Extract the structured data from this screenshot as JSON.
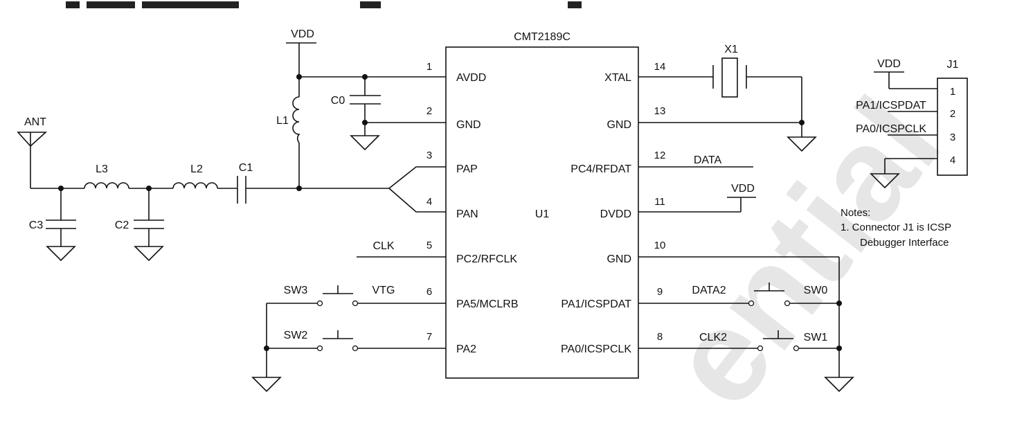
{
  "heading_fragment": "...pplica... ...gram",
  "watermark": "ential",
  "chip": {
    "name": "CMT2189C",
    "ref": "U1",
    "left_pins": [
      {
        "num": "1",
        "name": "AVDD"
      },
      {
        "num": "2",
        "name": "GND"
      },
      {
        "num": "3",
        "name": "PAP"
      },
      {
        "num": "4",
        "name": "PAN"
      },
      {
        "num": "5",
        "name": "PC2/RFCLK"
      },
      {
        "num": "6",
        "name": "PA5/MCLRB"
      },
      {
        "num": "7",
        "name": "PA2"
      }
    ],
    "right_pins": [
      {
        "num": "14",
        "name": "XTAL"
      },
      {
        "num": "13",
        "name": "GND"
      },
      {
        "num": "12",
        "name": "PC4/RFDAT"
      },
      {
        "num": "11",
        "name": "DVDD"
      },
      {
        "num": "10",
        "name": "GND"
      },
      {
        "num": "9",
        "name": "PA1/ICSPDAT"
      },
      {
        "num": "8",
        "name": "PA0/ICSPCLK"
      }
    ]
  },
  "labels": {
    "vdd_top": "VDD",
    "vdd_dvdd": "VDD",
    "vdd_j1": "VDD",
    "ant": "ANT",
    "l1": "L1",
    "l2": "L2",
    "l3": "L3",
    "c0": "C0",
    "c1": "C1",
    "c2": "C2",
    "c3": "C3",
    "x1": "X1",
    "data": "DATA",
    "clk": "CLK",
    "vtg": "VTG",
    "sw0": "SW0",
    "sw1": "SW1",
    "sw2": "SW2",
    "sw3": "SW3",
    "data2": "DATA2",
    "clk2": "CLK2"
  },
  "j1": {
    "ref": "J1",
    "pins": [
      "1",
      "2",
      "3",
      "4"
    ],
    "net_pa1": "PA1/ICSPDAT",
    "net_pa0": "PA0/ICSPCLK"
  },
  "notes": {
    "title": "Notes:",
    "line1": "1.  Connector J1 is ICSP",
    "line2": "Debugger Interface"
  }
}
